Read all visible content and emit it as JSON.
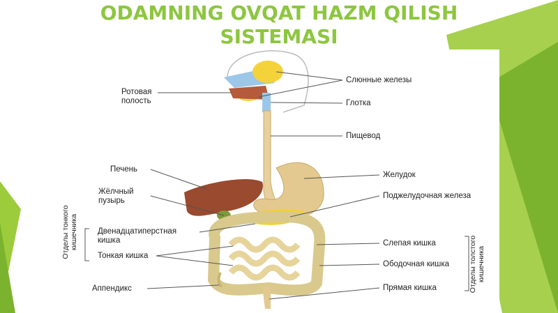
{
  "slide": {
    "title_line1": "ODAMNING OVQAT HAZM QILISH",
    "title_line2": "SISTEMASI",
    "accent_color": "#8dc63f"
  },
  "diagram": {
    "labels_right": {
      "salivary_glands": "Слюнные железы",
      "pharynx": "Глотка",
      "esophagus": "Пищевод",
      "stomach": "Желудок",
      "pancreas": "Поджелудочная железа",
      "cecum": "Слепая кишка",
      "colon": "Ободочная кишка",
      "rectum": "Прямая кишка"
    },
    "labels_left": {
      "oral_cavity_1": "Ротовая",
      "oral_cavity_2": "полость",
      "liver": "Печень",
      "gallbladder_1": "Жёлчный",
      "gallbladder_2": "пузырь",
      "duodenum_1": "Двенадцатиперстная",
      "duodenum_2": "кишка",
      "small_intestine": "Тонкая кишка",
      "appendix": "Аппендикс"
    },
    "group_labels": {
      "small_intestine_1": "Отделы тонкого",
      "small_intestine_2": "кишечника",
      "large_intestine_1": "Отделы толстого",
      "large_intestine_2": "кишечника"
    }
  }
}
